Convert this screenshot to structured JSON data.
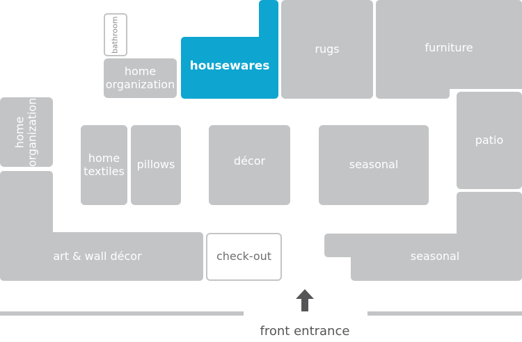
{
  "colors": {
    "department_fill": "#c3c4c6",
    "highlight_fill": "#0ea5d0",
    "label_text": "#ffffff",
    "outline_label_text": "#6d6e70",
    "entrance_text": "#555557"
  },
  "departments": {
    "bathroom": "bathroom",
    "home_organization_top": "home\norganization",
    "housewares": "housewares",
    "rugs": "rugs",
    "furniture": "furniture",
    "home_organization_left": "home\norganization",
    "home_textiles": "home\ntextiles",
    "pillows": "pillows",
    "decor": "décor",
    "seasonal_center": "seasonal",
    "patio": "patio",
    "art_wall_decor": "art & wall décor",
    "check_out": "check-out",
    "seasonal_right": "seasonal"
  },
  "entrance": {
    "label": "front entrance",
    "arrow_icon": "up-arrow-icon"
  },
  "highlighted_department": "housewares"
}
